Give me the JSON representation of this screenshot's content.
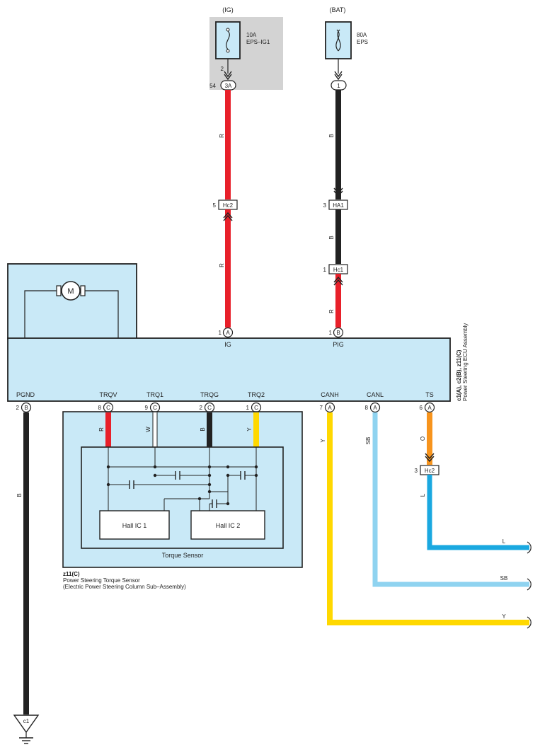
{
  "colors": {
    "panel": "#c9e9f7",
    "fuse_box": "#d3d3d3",
    "R": "#e8202a",
    "B": "#222222",
    "W": "#ffffff",
    "Y": "#ffd800",
    "SB": "#8fd3f0",
    "L": "#1aa8e0",
    "O": "#f7941d"
  },
  "fuses": {
    "ig": {
      "source": "(IG)",
      "rating": "10A",
      "name": "EPS–IG1",
      "pin": "2"
    },
    "bat": {
      "source": "(BAT)",
      "rating": "80A",
      "name": "EPS"
    }
  },
  "connectors": {
    "ig_junction": {
      "num": "54",
      "id": "3A"
    },
    "bat_junction": {
      "id": "1"
    },
    "hc2_top": {
      "num": "5",
      "id": "Hc2"
    },
    "ha1": {
      "num": "3",
      "id": "HA1"
    },
    "hc1": {
      "num": "1",
      "id": "Hc1"
    },
    "hc2_ts": {
      "num": "3",
      "id": "Hc2"
    }
  },
  "wire_labels": {
    "ig_upper": "R",
    "ig_lower": "R",
    "bat_upper": "B",
    "bat_mid": "B",
    "bat_lower": "R",
    "pgnd": "B",
    "trqv": "R",
    "trq1": "W",
    "trqg": "B",
    "trq2": "Y",
    "canh": "Y",
    "canl": "SB",
    "ts_upper": "O",
    "ts_lower": "L",
    "out_l": "L",
    "out_sb": "SB",
    "out_y": "Y"
  },
  "ecu": {
    "title_bold": "c1(A), c2(B), z11(C)",
    "title": "Power Steering ECU Assembly",
    "motor": "M",
    "top_pins": [
      {
        "num": "1",
        "conn": "A",
        "name": "IG"
      },
      {
        "num": "1",
        "conn": "B",
        "name": "PIG"
      }
    ],
    "bottom_pins": [
      {
        "num": "2",
        "conn": "B",
        "name": "PGND"
      },
      {
        "num": "8",
        "conn": "C",
        "name": "TRQV"
      },
      {
        "num": "9",
        "conn": "C",
        "name": "TRQ1"
      },
      {
        "num": "2",
        "conn": "C",
        "name": "TRQG"
      },
      {
        "num": "1",
        "conn": "C",
        "name": "TRQ2"
      },
      {
        "num": "7",
        "conn": "A",
        "name": "CANH"
      },
      {
        "num": "8",
        "conn": "A",
        "name": "CANL"
      },
      {
        "num": "6",
        "conn": "A",
        "name": "TS"
      }
    ]
  },
  "sensor": {
    "hall1": "Hall IC 1",
    "hall2": "Hall IC 2",
    "inner_label": "Torque Sensor",
    "id": "z11(C)",
    "desc1": "Power Steering Torque Sensor",
    "desc2": "(Electric Power Steering Column Sub–Assembly)"
  },
  "ground": {
    "id": "c1"
  }
}
